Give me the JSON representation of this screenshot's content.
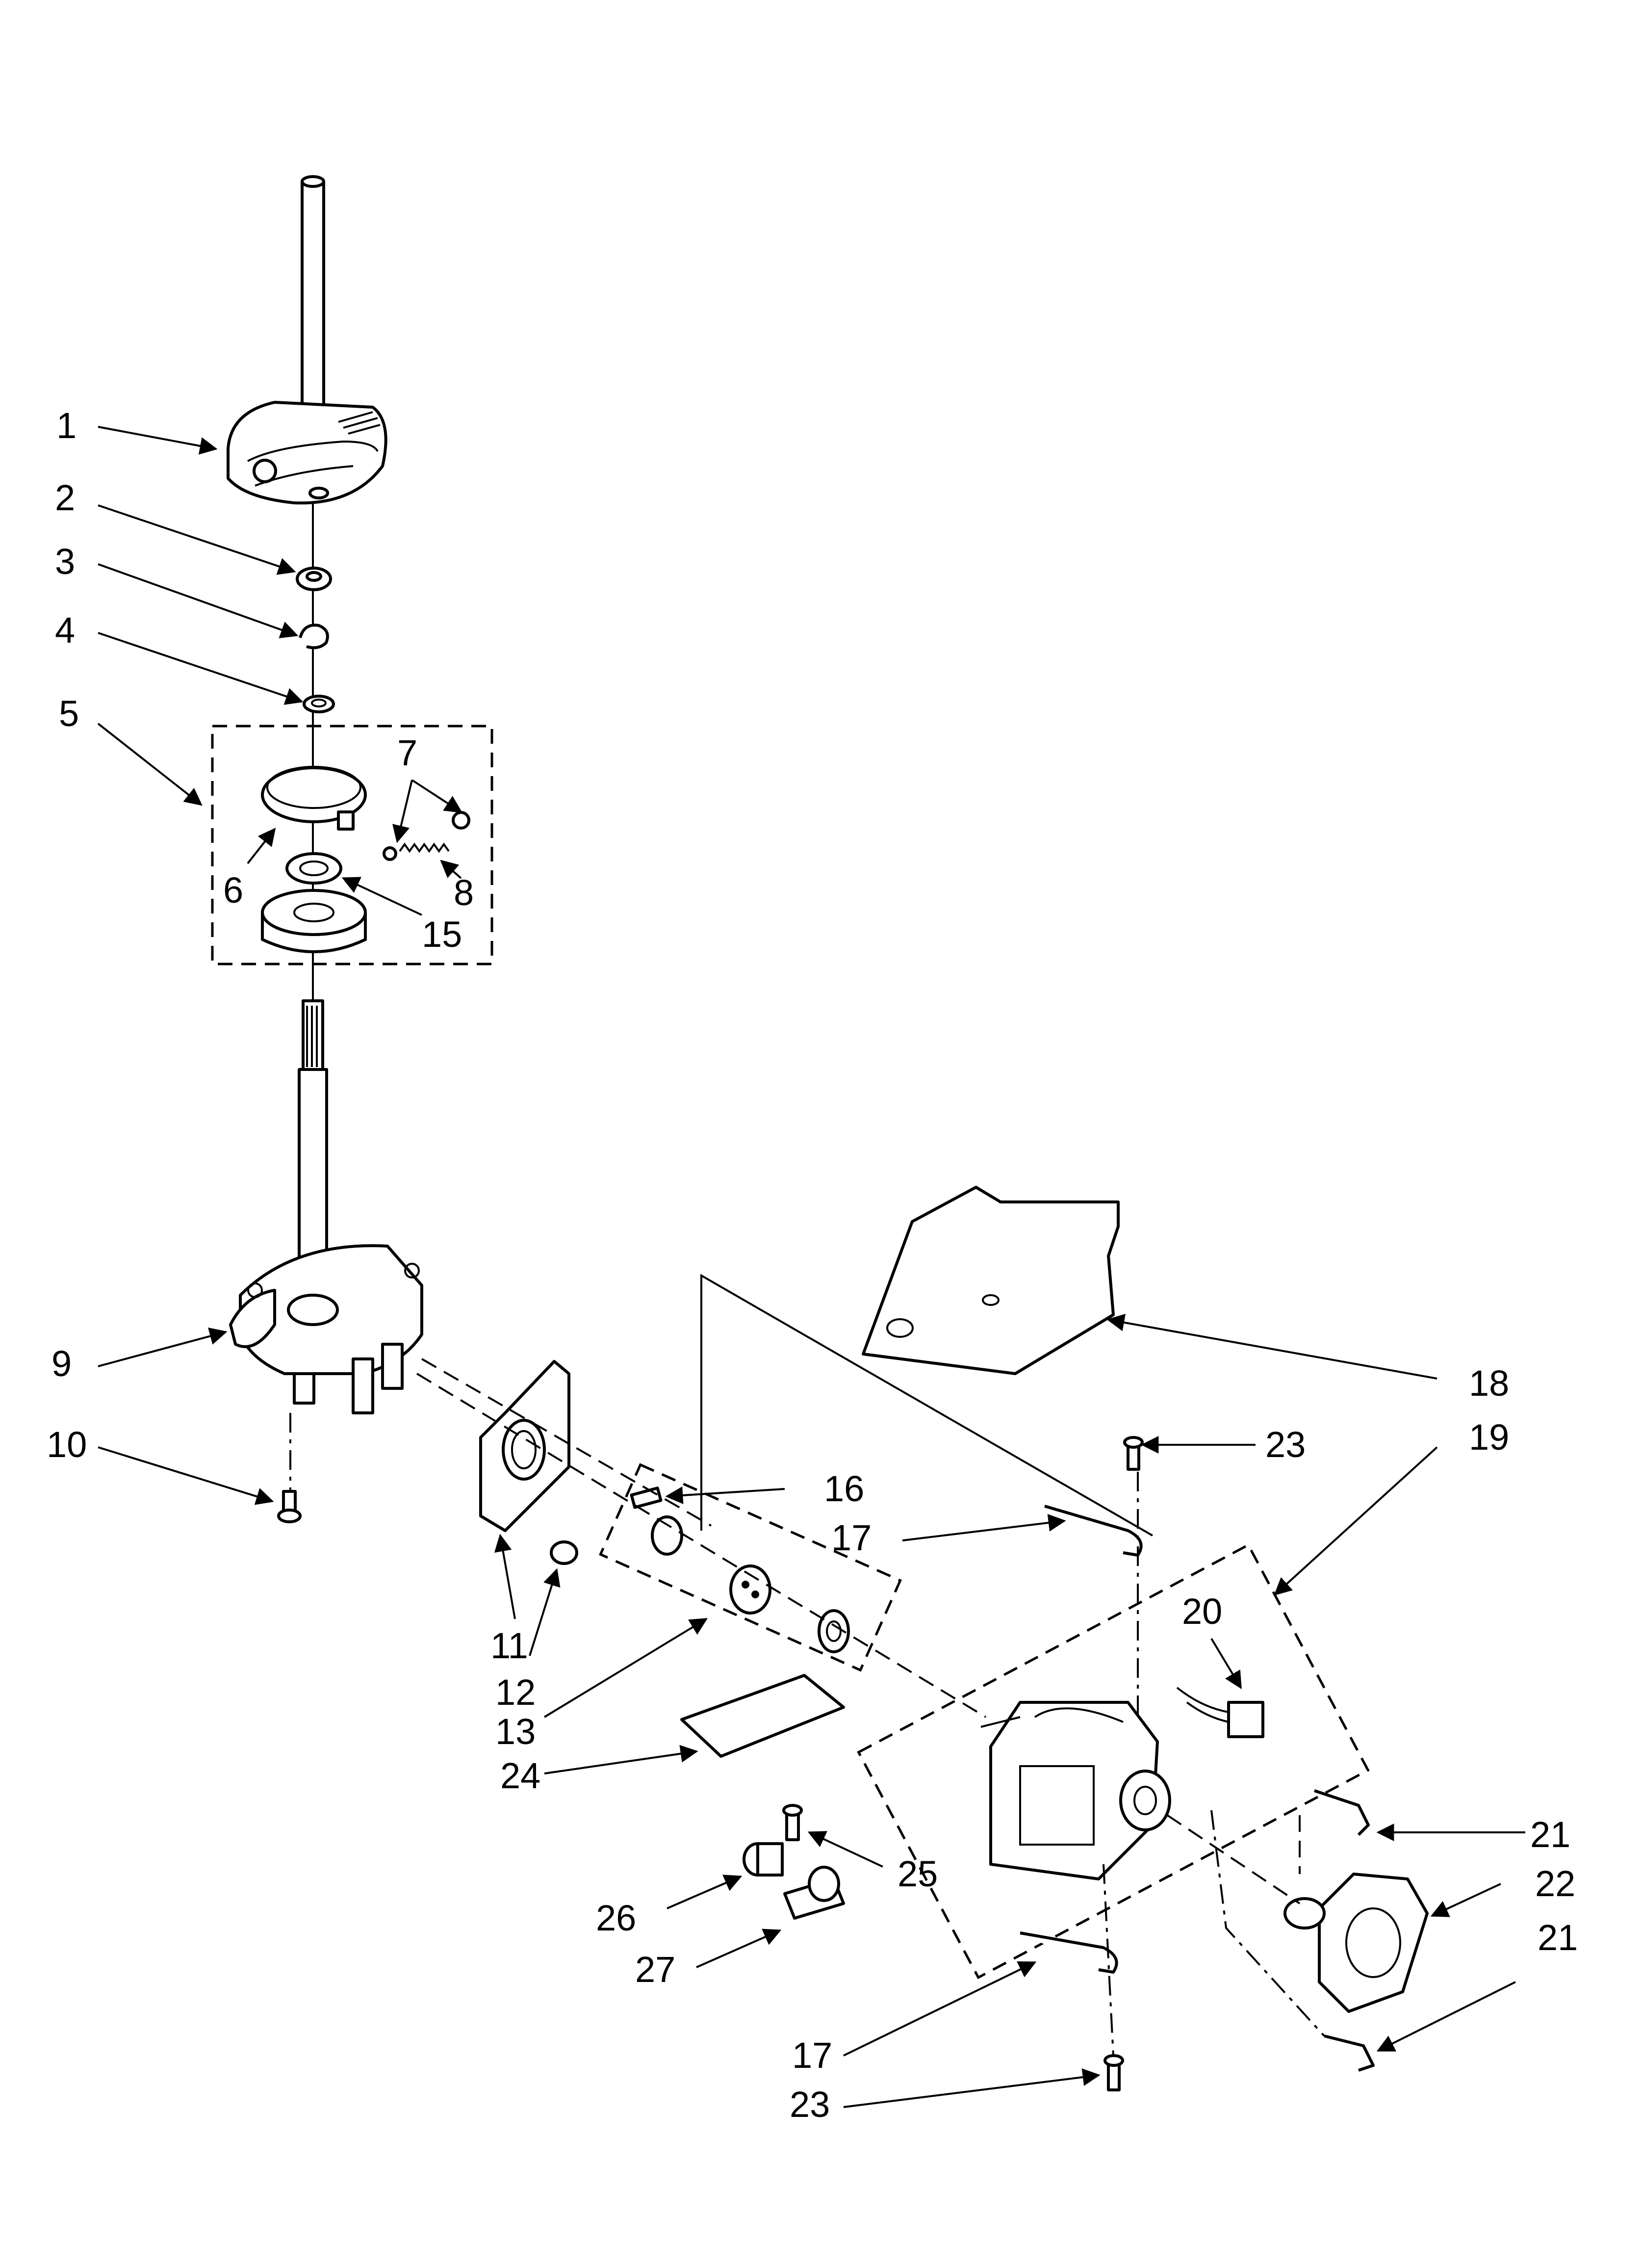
{
  "callouts": {
    "c1": "1",
    "c2": "2",
    "c3": "3",
    "c4": "4",
    "c5": "5",
    "c6": "6",
    "c7": "7",
    "c8": "8",
    "c9": "9",
    "c10": "10",
    "c11": "11",
    "c12": "12",
    "c13": "13",
    "c15": "15",
    "c16": "16",
    "c17a": "17",
    "c17b": "17",
    "c18": "18",
    "c19": "19",
    "c20": "20",
    "c21a": "21",
    "c21b": "21",
    "c22": "22",
    "c23a": "23",
    "c23b": "23",
    "c24": "24",
    "c25": "25",
    "c26": "26",
    "c27": "27"
  }
}
